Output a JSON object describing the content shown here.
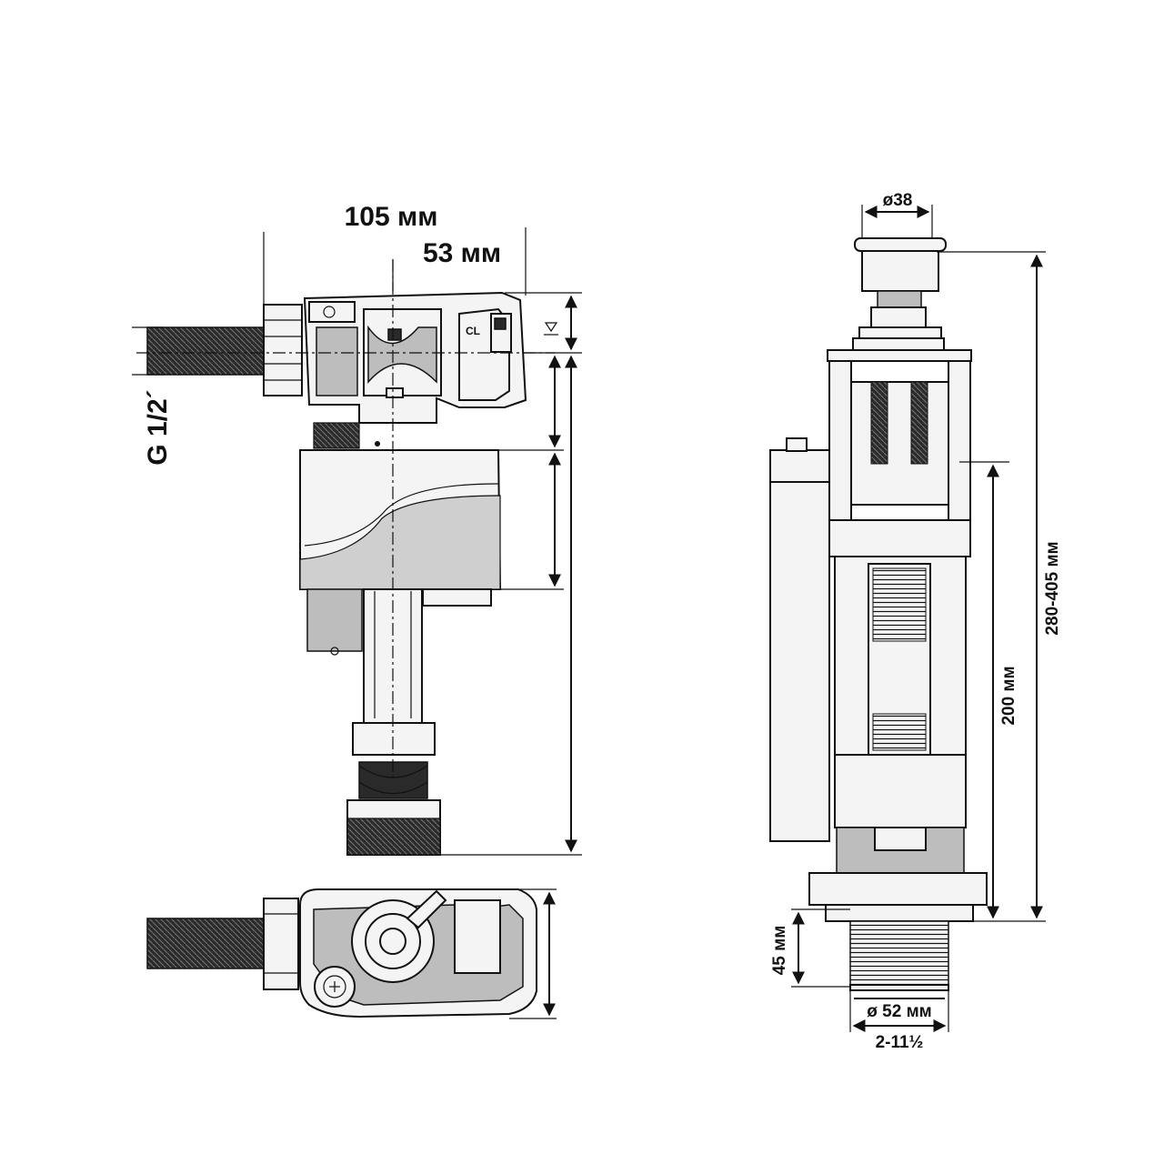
{
  "fill_valve": {
    "dim_width": "105 мм",
    "dim_offset": "53 мм",
    "thread_label": "G 1/2´",
    "level_mark": "CL"
  },
  "flush_valve": {
    "dim_button": "ø38",
    "dim_height_range": "280-405 мм",
    "dim_height_fixed": "200 мм",
    "dim_thread_length": "45 мм",
    "dim_outlet_diameter": "ø 52 мм",
    "dim_thread_size": "2-11½"
  }
}
